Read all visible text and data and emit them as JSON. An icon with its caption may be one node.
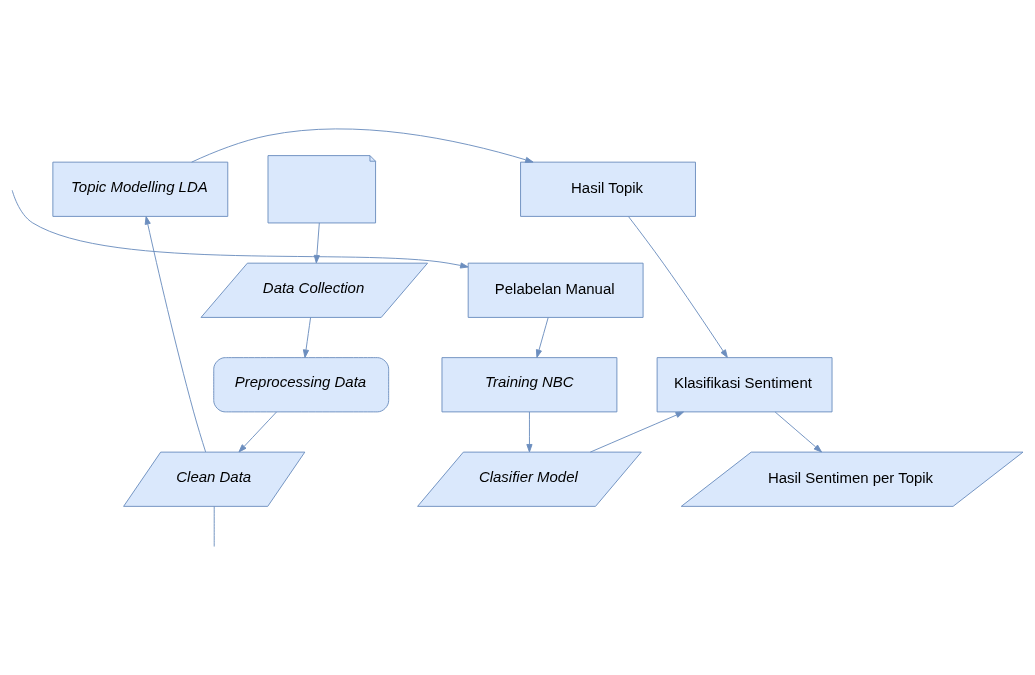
{
  "diagram": {
    "nodes": [
      {
        "text": [
          "Hasil Topik"
        ]
      },
      {
        "text": [
          "Topic Modelling LDA"
        ]
      },
      {
        "text": [],
        "shape": "document"
      },
      {
        "text": [
          "Pelabelan Manual"
        ]
      },
      {
        "text": [
          "Data Collection"
        ]
      },
      {
        "text": [
          "Klasifikasi Sentiment"
        ]
      },
      {
        "text": [
          "Training NBC"
        ]
      },
      {
        "text": [
          "Preprocessing Data"
        ]
      },
      {
        "text": [
          "Hasil Sentimen per Topik"
        ]
      },
      {
        "text": [
          "Clasifier Model"
        ]
      },
      {
        "text": [
          "Clean Data"
        ]
      }
    ],
    "edges": [
      {
        "from": 1,
        "to": 0,
        "arrow": "to"
      },
      {
        "from": 2,
        "to": 4,
        "arrow": "to"
      },
      {
        "from": 4,
        "to": 7,
        "arrow": "to"
      },
      {
        "from": 7,
        "to": 10,
        "arrow": "to"
      },
      {
        "from": 10,
        "to": 1,
        "arrow": "to"
      },
      {
        "from": 10,
        "to": null,
        "arrow": "none"
      },
      {
        "from": null,
        "to": 3,
        "arrow": "to"
      },
      {
        "from": 3,
        "to": 6,
        "arrow": "to"
      },
      {
        "from": 6,
        "to": 9,
        "arrow": "to"
      },
      {
        "from": 9,
        "to": 5,
        "arrow": "to"
      },
      {
        "from": 0,
        "to": 5,
        "arrow": "to"
      },
      {
        "from": 5,
        "to": 8,
        "arrow": "to"
      }
    ]
  }
}
